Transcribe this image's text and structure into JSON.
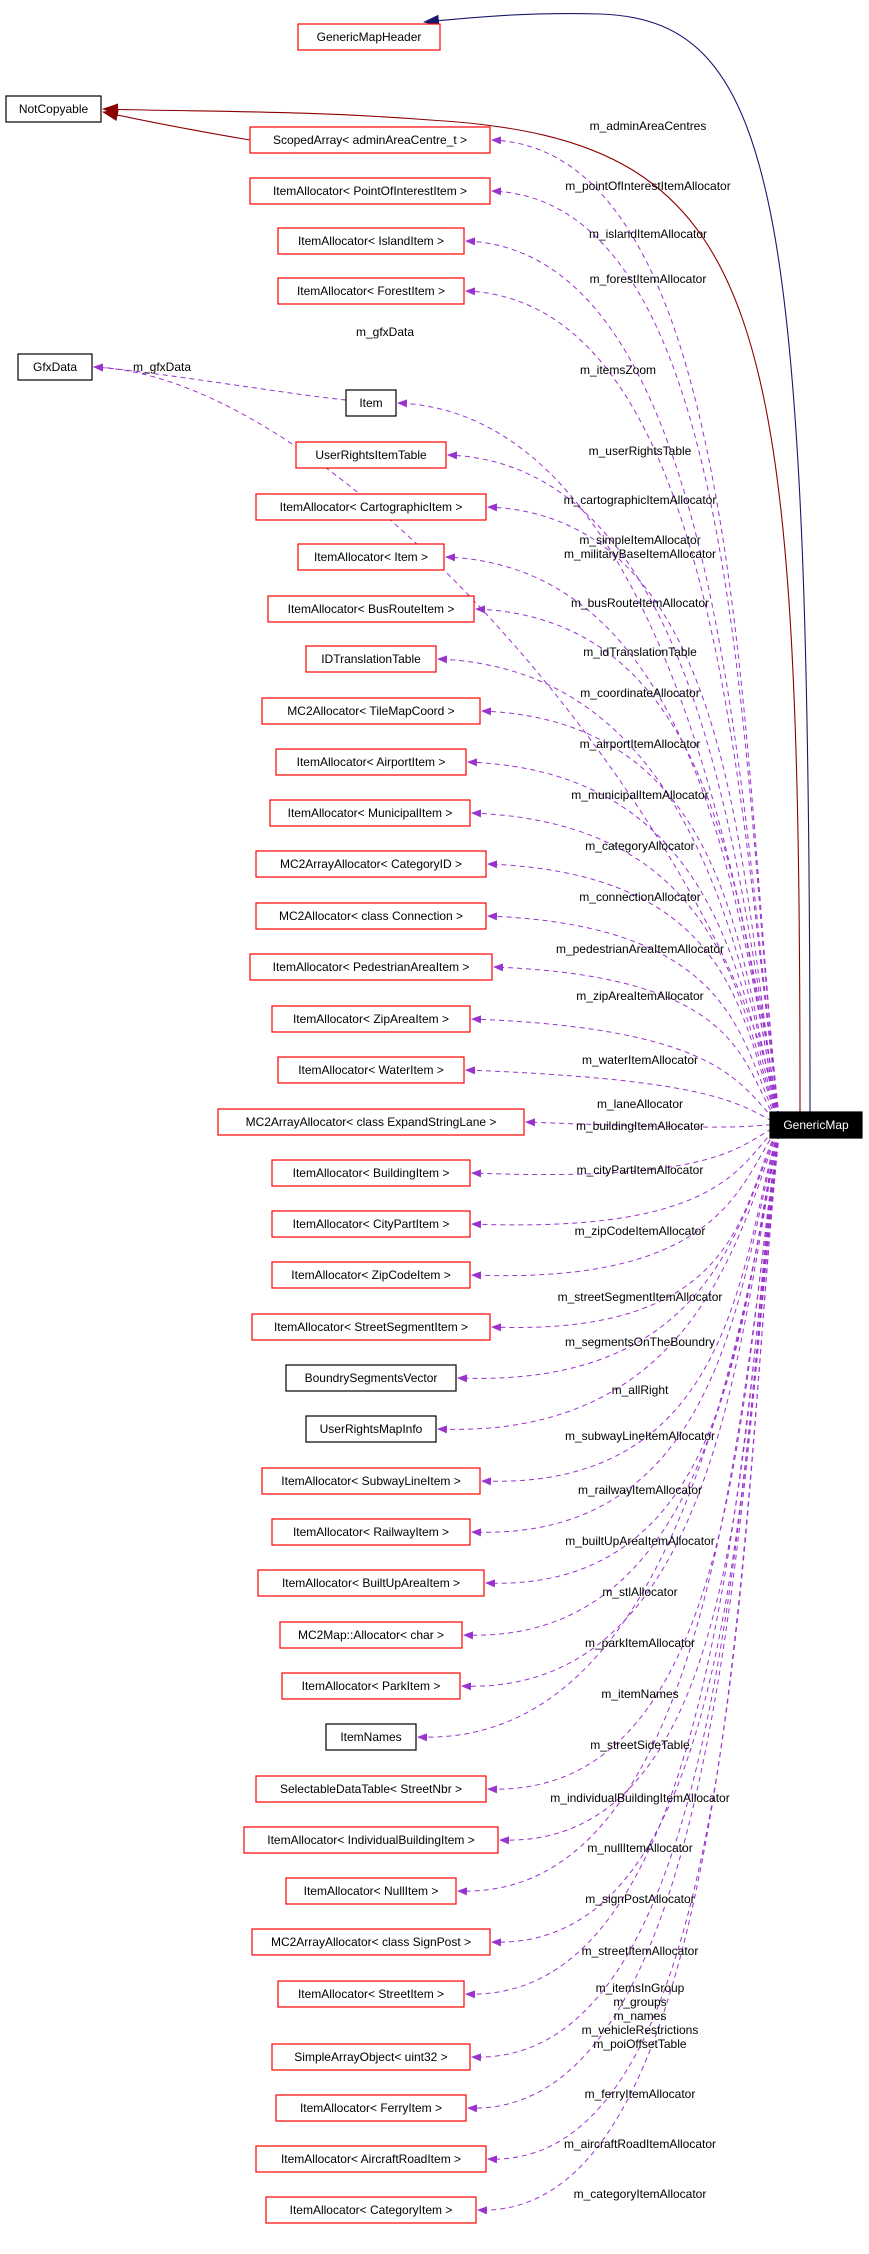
{
  "focus": "GenericMap",
  "nodes": [
    {
      "label": "GenericMapHeader",
      "style": "red"
    },
    {
      "label": "NotCopyable",
      "style": "black"
    },
    {
      "label": "ScopedArray< adminAreaCentre_t >",
      "style": "red"
    },
    {
      "label": "ItemAllocator< PointOfInterestItem >",
      "style": "red"
    },
    {
      "label": "ItemAllocator< IslandItem >",
      "style": "red"
    },
    {
      "label": "ItemAllocator< ForestItem >",
      "style": "red"
    },
    {
      "label": "GfxData",
      "style": "black"
    },
    {
      "label": "Item",
      "style": "black"
    },
    {
      "label": "UserRightsItemTable",
      "style": "red"
    },
    {
      "label": "ItemAllocator< CartographicItem >",
      "style": "red"
    },
    {
      "label": "ItemAllocator< Item >",
      "style": "red"
    },
    {
      "label": "ItemAllocator< BusRouteItem >",
      "style": "red"
    },
    {
      "label": "IDTranslationTable",
      "style": "red"
    },
    {
      "label": "MC2Allocator< TileMapCoord >",
      "style": "red"
    },
    {
      "label": "ItemAllocator< AirportItem >",
      "style": "red"
    },
    {
      "label": "ItemAllocator< MunicipalItem >",
      "style": "red"
    },
    {
      "label": "MC2ArrayAllocator< CategoryID >",
      "style": "red"
    },
    {
      "label": "MC2Allocator< class Connection >",
      "style": "red"
    },
    {
      "label": "ItemAllocator< PedestrianAreaItem >",
      "style": "red"
    },
    {
      "label": "ItemAllocator< ZipAreaItem >",
      "style": "red"
    },
    {
      "label": "ItemAllocator< WaterItem >",
      "style": "red"
    },
    {
      "label": "MC2ArrayAllocator< class ExpandStringLane >",
      "style": "red"
    },
    {
      "label": "ItemAllocator< BuildingItem >",
      "style": "red"
    },
    {
      "label": "ItemAllocator< CityPartItem >",
      "style": "red"
    },
    {
      "label": "ItemAllocator< ZipCodeItem >",
      "style": "red"
    },
    {
      "label": "ItemAllocator< StreetSegmentItem >",
      "style": "red"
    },
    {
      "label": "BoundrySegmentsVector",
      "style": "black"
    },
    {
      "label": "UserRightsMapInfo",
      "style": "black"
    },
    {
      "label": "ItemAllocator< SubwayLineItem >",
      "style": "red"
    },
    {
      "label": "ItemAllocator< RailwayItem >",
      "style": "red"
    },
    {
      "label": "ItemAllocator< BuiltUpAreaItem >",
      "style": "red"
    },
    {
      "label": "MC2Map::Allocator< char >",
      "style": "red"
    },
    {
      "label": "ItemAllocator< ParkItem >",
      "style": "red"
    },
    {
      "label": "ItemNames",
      "style": "black"
    },
    {
      "label": "SelectableDataTable< StreetNbr >",
      "style": "red"
    },
    {
      "label": "ItemAllocator< IndividualBuildingItem >",
      "style": "red"
    },
    {
      "label": "ItemAllocator< NullItem >",
      "style": "red"
    },
    {
      "label": "MC2ArrayAllocator< class SignPost >",
      "style": "red"
    },
    {
      "label": "ItemAllocator< StreetItem >",
      "style": "red"
    },
    {
      "label": "SimpleArrayObject< uint32 >",
      "style": "red"
    },
    {
      "label": "ItemAllocator< FerryItem >",
      "style": "red"
    },
    {
      "label": "ItemAllocator< AircraftRoadItem >",
      "style": "red"
    },
    {
      "label": "ItemAllocator< CategoryItem >",
      "style": "red"
    },
    {
      "label": "GenericMap",
      "style": "focus"
    }
  ],
  "edge_labels": [
    "m_adminAreaCentres",
    "m_pointOfInterestItemAllocator",
    "m_islandItemAllocator",
    "m_forestItemAllocator",
    "m_gfxData",
    "m_gfxData",
    "m_itemsZoom",
    "m_userRightsTable",
    "m_cartographicItemAllocator",
    "m_simpleItemAllocator\nm_militaryBaseItemAllocator",
    "m_busRouteItemAllocator",
    "m_idTranslationTable",
    "m_coordinateAllocator",
    "m_airportItemAllocator",
    "m_municipalItemAllocator",
    "m_categoryAllocator",
    "m_connectionAllocator",
    "m_pedestrianAreaItemAllocator",
    "m_zipAreaItemAllocator",
    "m_waterItemAllocator",
    "m_laneAllocator",
    "m_buildingItemAllocator",
    "m_cityPartItemAllocator",
    "m_zipCodeItemAllocator",
    "m_streetSegmentItemAllocator",
    "m_segmentsOnTheBoundry",
    "m_allRight",
    "m_subwayLineItemAllocator",
    "m_railwayItemAllocator",
    "m_builtUpAreaItemAllocator",
    "m_stlAllocator",
    "m_parkItemAllocator",
    "m_itemNames",
    "m_streetSideTable",
    "m_individualBuildingItemAllocator",
    "m_nullItemAllocator",
    "m_signPostAllocator",
    "m_streetItemAllocator",
    "m_itemsInGroup\nm_groups\nm_names\nm_vehicleRestrictions\nm_poiOffsetTable",
    "m_ferryItemAllocator",
    "m_aircraftRoadItemAllocator",
    "m_categoryItemAllocator"
  ]
}
